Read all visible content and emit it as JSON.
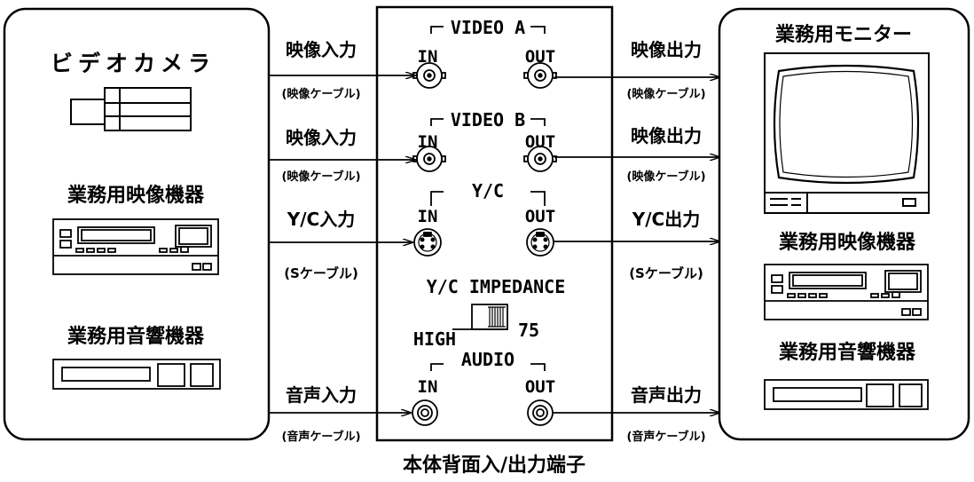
{
  "left_box": {
    "camera_title": "ビデオカメラ",
    "video_device_title": "業務用映像機器",
    "audio_device_title": "業務用音響機器"
  },
  "right_box": {
    "monitor_title": "業務用モニター",
    "video_device_title": "業務用映像機器",
    "audio_device_title": "業務用音響機器"
  },
  "panel": {
    "video_a_title": "VIDEO A",
    "video_b_title": "VIDEO B",
    "yc_title": "Y/C",
    "audio_title": "AUDIO",
    "in_label": "IN",
    "out_label": "OUT",
    "impedance_title": "Y/C IMPEDANCE",
    "switch_high": "HIGH",
    "switch_75": "75"
  },
  "connections": {
    "video_a_in_label": "映像入力",
    "video_a_in_cable": "(映像ケーブル)",
    "video_b_in_label": "映像入力",
    "video_b_in_cable": "(映像ケーブル)",
    "yc_in_label": "Y/C入力",
    "yc_in_cable": "(Sケーブル)",
    "audio_in_label": "音声入力",
    "audio_in_cable": "(音声ケーブル)",
    "video_a_out_label": "映像出力",
    "video_a_out_cable": "(映像ケーブル)",
    "video_b_out_label": "映像出力",
    "video_b_out_cable": "(映像ケーブル)",
    "yc_out_label": "Y/C出力",
    "yc_out_cable": "(Sケーブル)",
    "audio_out_label": "音声出力",
    "audio_out_cable": "(音声ケーブル)"
  },
  "caption": "本体背面入/出力端子"
}
